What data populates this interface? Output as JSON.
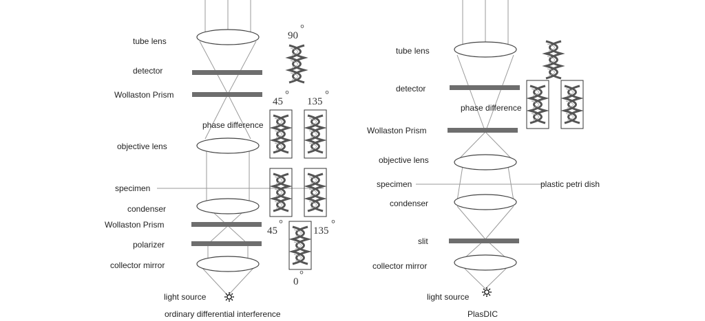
{
  "colors": {
    "line": "#9a9a9a",
    "dark_line": "#555555",
    "plate": "#6e6e6e",
    "helix": "#555555",
    "text": "#222222"
  },
  "left_panel": {
    "caption": "ordinary differential interference",
    "labels": {
      "tube_lens": "tube lens",
      "detector": "detector",
      "wollaston_top": "Wollaston Prism",
      "phase_difference": "phase difference",
      "objective_lens": "objective lens",
      "specimen": "specimen",
      "condenser": "condenser",
      "wollaston_bottom": "Wollaston Prism",
      "polarizer": "polarizer",
      "collector_mirror": "collector mirror",
      "light_source": "light source"
    },
    "angles": {
      "a90": "90",
      "a45_top": "45",
      "a135_top": "135",
      "a45_bottom": "45",
      "a135_bottom": "135",
      "a0": "0",
      "degree_symbol": "°"
    }
  },
  "right_panel": {
    "caption": "PlasDIC",
    "labels": {
      "tube_lens": "tube lens",
      "detector": "detector",
      "phase_difference": "phase difference",
      "wollaston_prism": "Wollaston Prism",
      "objective_lens": "objective lens",
      "specimen": "specimen",
      "plastic_petri_dish": "plastic petri dish",
      "condenser": "condenser",
      "slit": "slit",
      "collector_mirror": "collector mirror",
      "light_source": "light source"
    }
  },
  "icons": [
    "light-source-icon",
    "helix-icon",
    "lens-icon",
    "plate-icon"
  ]
}
